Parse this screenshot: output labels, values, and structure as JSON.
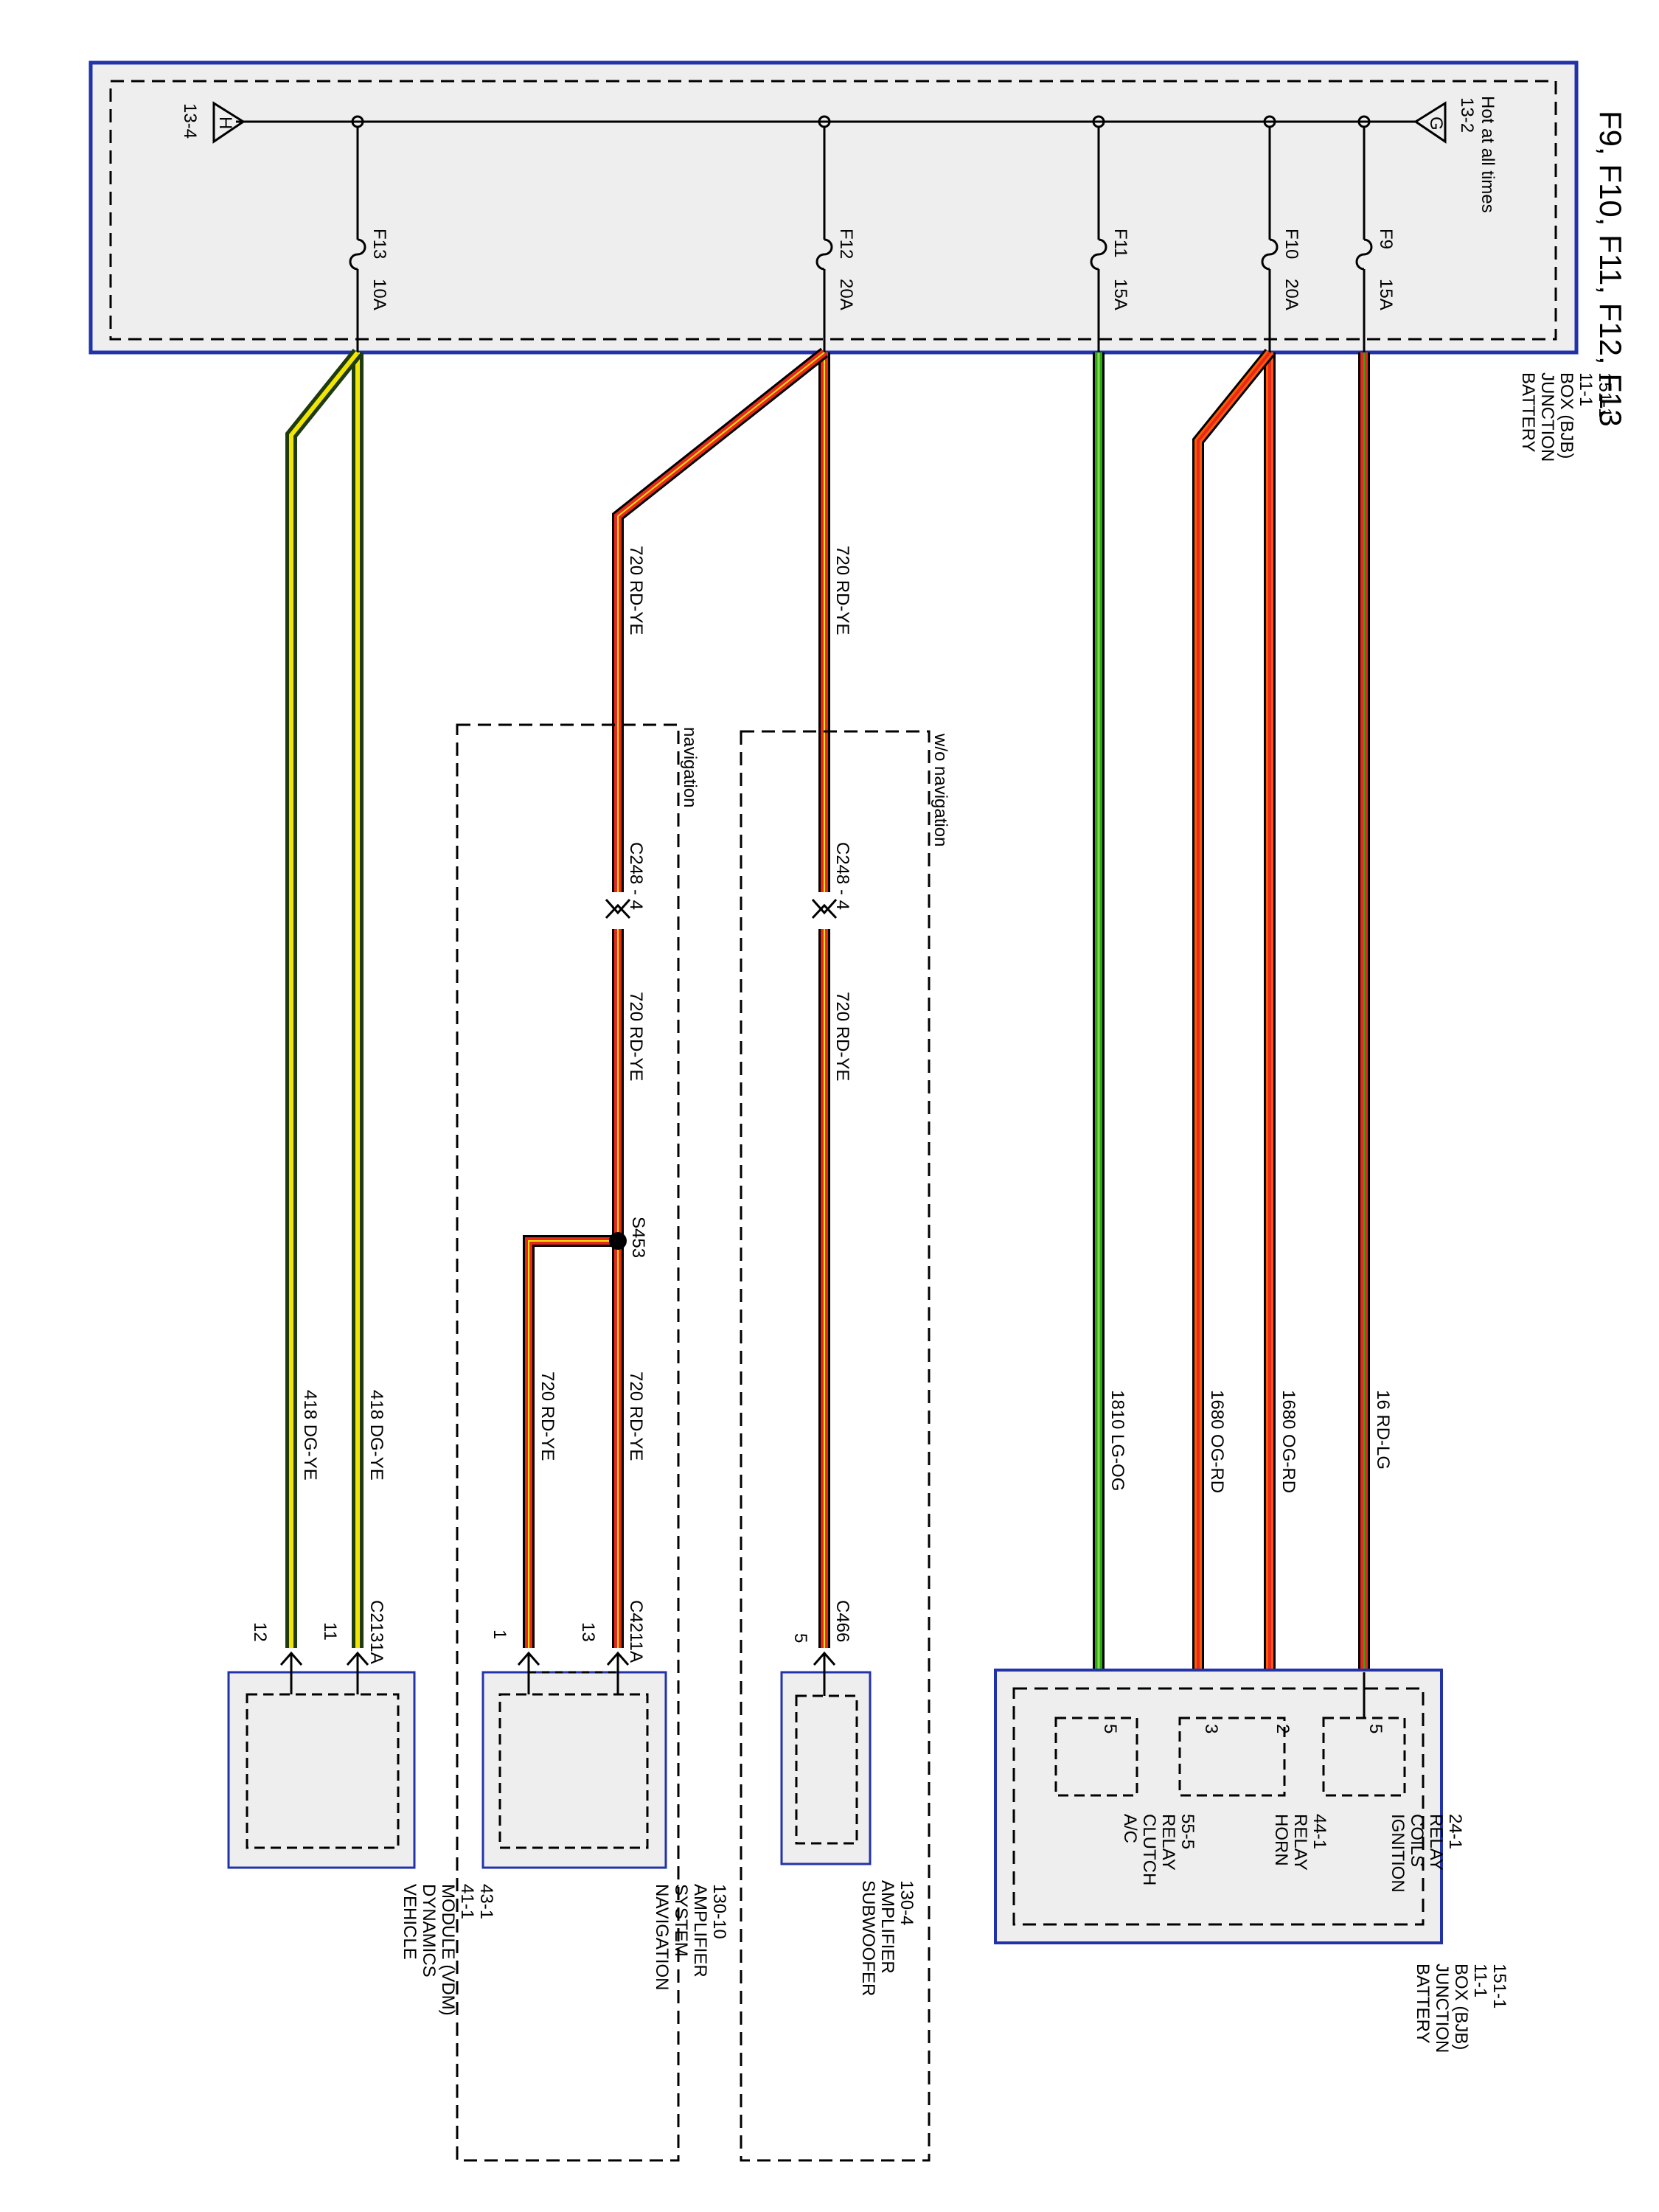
{
  "title": "F9, F10, F11, F12, F13",
  "colors": {
    "box_stroke": "#2233aa",
    "box_fill": "#eeeeee",
    "red": "#e8281e",
    "yellow": "#f2e600",
    "orange": "#ff7a00",
    "green": "#2aaa10",
    "dark_green": "#1e3a10"
  },
  "bjb_top": {
    "name_lines": [
      "BATTERY",
      "JUNCTION",
      "BOX (BJB)",
      "11-1",
      "151-1"
    ],
    "hot_text": "Hot at all times",
    "left_ref": "13-2",
    "left_symbol": "G",
    "right_ref": "13-4",
    "right_symbol": "H"
  },
  "fuses": [
    {
      "id": "F9",
      "rating": "15A"
    },
    {
      "id": "F10",
      "rating": "20A"
    },
    {
      "id": "F11",
      "rating": "15A"
    },
    {
      "id": "F12",
      "rating": "20A"
    },
    {
      "id": "F13",
      "rating": "10A"
    }
  ],
  "wires": {
    "w16": "16   RD-LG",
    "w1680a": "1680   OG-RD",
    "w1680b": "1680   OG-RD",
    "w1810": "1810   LG-OG",
    "w720_sub_top": "720   RD-YE",
    "w720_sub_mid": "720   RD-YE",
    "w720_nav_top": "720   RD-YE",
    "w720_nav_mid": "720   RD-YE",
    "w720_nav_a": "720   RD-YE",
    "w720_nav_b": "720   RD-YE",
    "w418a": "418   DG-YE",
    "w418b": "418   DG-YE"
  },
  "connectors": {
    "c248_sub": "C248 - 4",
    "c248_nav": "C248 - 4",
    "s453": "S453",
    "c466": "C466",
    "c4211a": "C4211A",
    "c2131a": "C2131A"
  },
  "pins": {
    "ignition": "5",
    "horn_a": "2",
    "horn_b": "3",
    "ac": "5",
    "sub": "5",
    "nav_a": "13",
    "nav_b": "1",
    "vdm_a": "11",
    "vdm_b": "12"
  },
  "option_labels": {
    "without_nav": "w/o navigation",
    "with_nav": "navigation"
  },
  "relays": [
    {
      "name_lines": [
        "IGNITION",
        "COILS",
        "RELAY",
        "24-1"
      ]
    },
    {
      "name_lines": [
        "HORN",
        "RELAY",
        "44-1"
      ]
    },
    {
      "name_lines": [
        "A/C",
        "CLUTCH",
        "RELAY",
        "55-5"
      ]
    }
  ],
  "bjb_bottom": {
    "name_lines": [
      "BATTERY",
      "JUNCTION",
      "BOX (BJB)",
      "11-1",
      "151-1"
    ]
  },
  "components": [
    {
      "name_lines": [
        "SUBWOOFER",
        "AMPLIFIER",
        "130-4"
      ]
    },
    {
      "name_lines": [
        "NAVIGATION",
        "SYSTEM",
        "AMPLIFIER",
        "130-10"
      ]
    },
    {
      "name_lines": [
        "VEHICLE",
        "DYNAMICS",
        "MODULE (VDM)",
        "41-1",
        "43-1"
      ]
    }
  ]
}
